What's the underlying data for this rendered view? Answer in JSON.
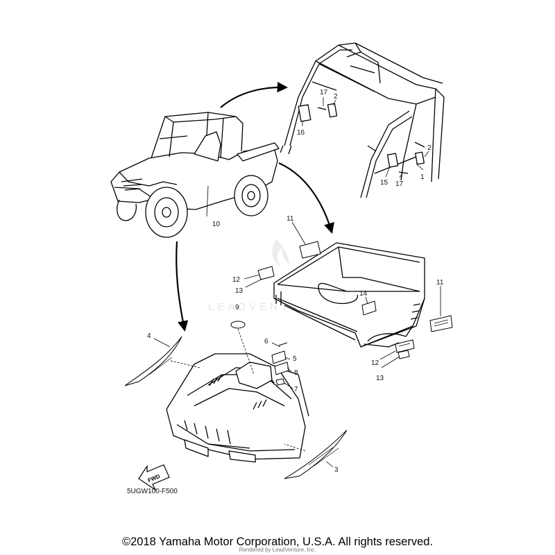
{
  "diagram": {
    "callouts": {
      "c1": "1",
      "c2a": "2",
      "c2b": "2",
      "c3": "3",
      "c4": "4",
      "c5": "5",
      "c6": "6",
      "c7": "7",
      "c8": "8",
      "c9": "9",
      "c10": "10",
      "c11a": "11",
      "c11b": "11",
      "c12a": "12",
      "c12b": "12",
      "c13a": "13",
      "c13b": "13",
      "c14": "14",
      "c15": "15",
      "c16": "16",
      "c17a": "17",
      "c17b": "17"
    },
    "fwd_label": "FWD",
    "part_code": "5UGW100-F500",
    "watermark": "LEADVENTURE"
  },
  "footer": {
    "copyright": "©2018 Yamaha Motor Corporation, U.S.A. All rights reserved.",
    "rendered_by": "Rendered by LeadVenture, Inc."
  }
}
